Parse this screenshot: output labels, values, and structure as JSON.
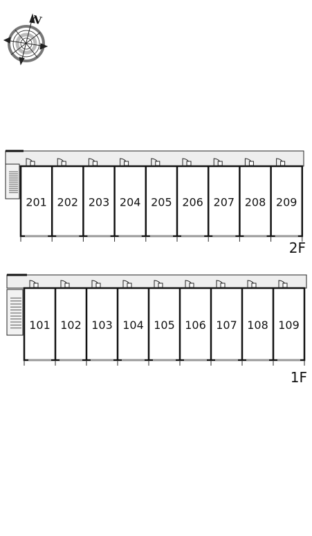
{
  "compass": {
    "label": "N",
    "icon": "compass-rose-icon"
  },
  "floors": [
    {
      "label": "2F",
      "rooms": [
        "201",
        "202",
        "203",
        "204",
        "205",
        "206",
        "207",
        "208",
        "209"
      ]
    },
    {
      "label": "1F",
      "rooms": [
        "101",
        "102",
        "103",
        "104",
        "105",
        "106",
        "107",
        "108",
        "109"
      ]
    }
  ],
  "colors": {
    "wall": "#111111",
    "corridor": "#eeeeee",
    "line": "#222222",
    "window": "#999999"
  }
}
